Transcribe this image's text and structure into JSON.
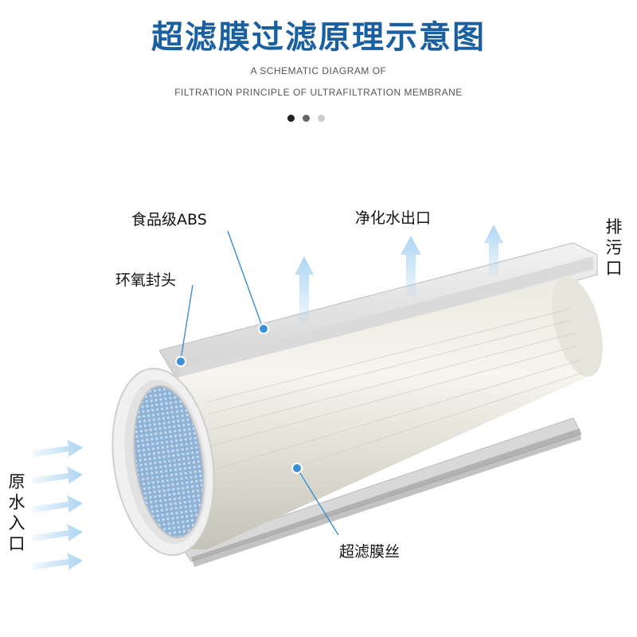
{
  "header": {
    "title": "超滤膜过滤原理示意图",
    "subtitle_line1": "A SCHEMATIC DIAGRAM OF",
    "subtitle_line2": "FILTRATION PRINCIPLE OF ULTRAFILTRATION MEMBRANE"
  },
  "pager": {
    "dots": [
      {
        "color": "#222222",
        "active": true
      },
      {
        "color": "#666666",
        "active": false
      },
      {
        "color": "#cccccc",
        "active": false
      }
    ]
  },
  "labels": {
    "abs": "食品级ABS",
    "epoxy": "环氧封头",
    "outlet": "净化水出口",
    "drain": "排污口",
    "inlet": "原水入口",
    "fiber": "超滤膜丝"
  },
  "colors": {
    "title": "#1a5fa0",
    "arrow": "#a9d3f2",
    "leader": "#3a8fd6",
    "membrane_blue": "#7fa8cf"
  }
}
